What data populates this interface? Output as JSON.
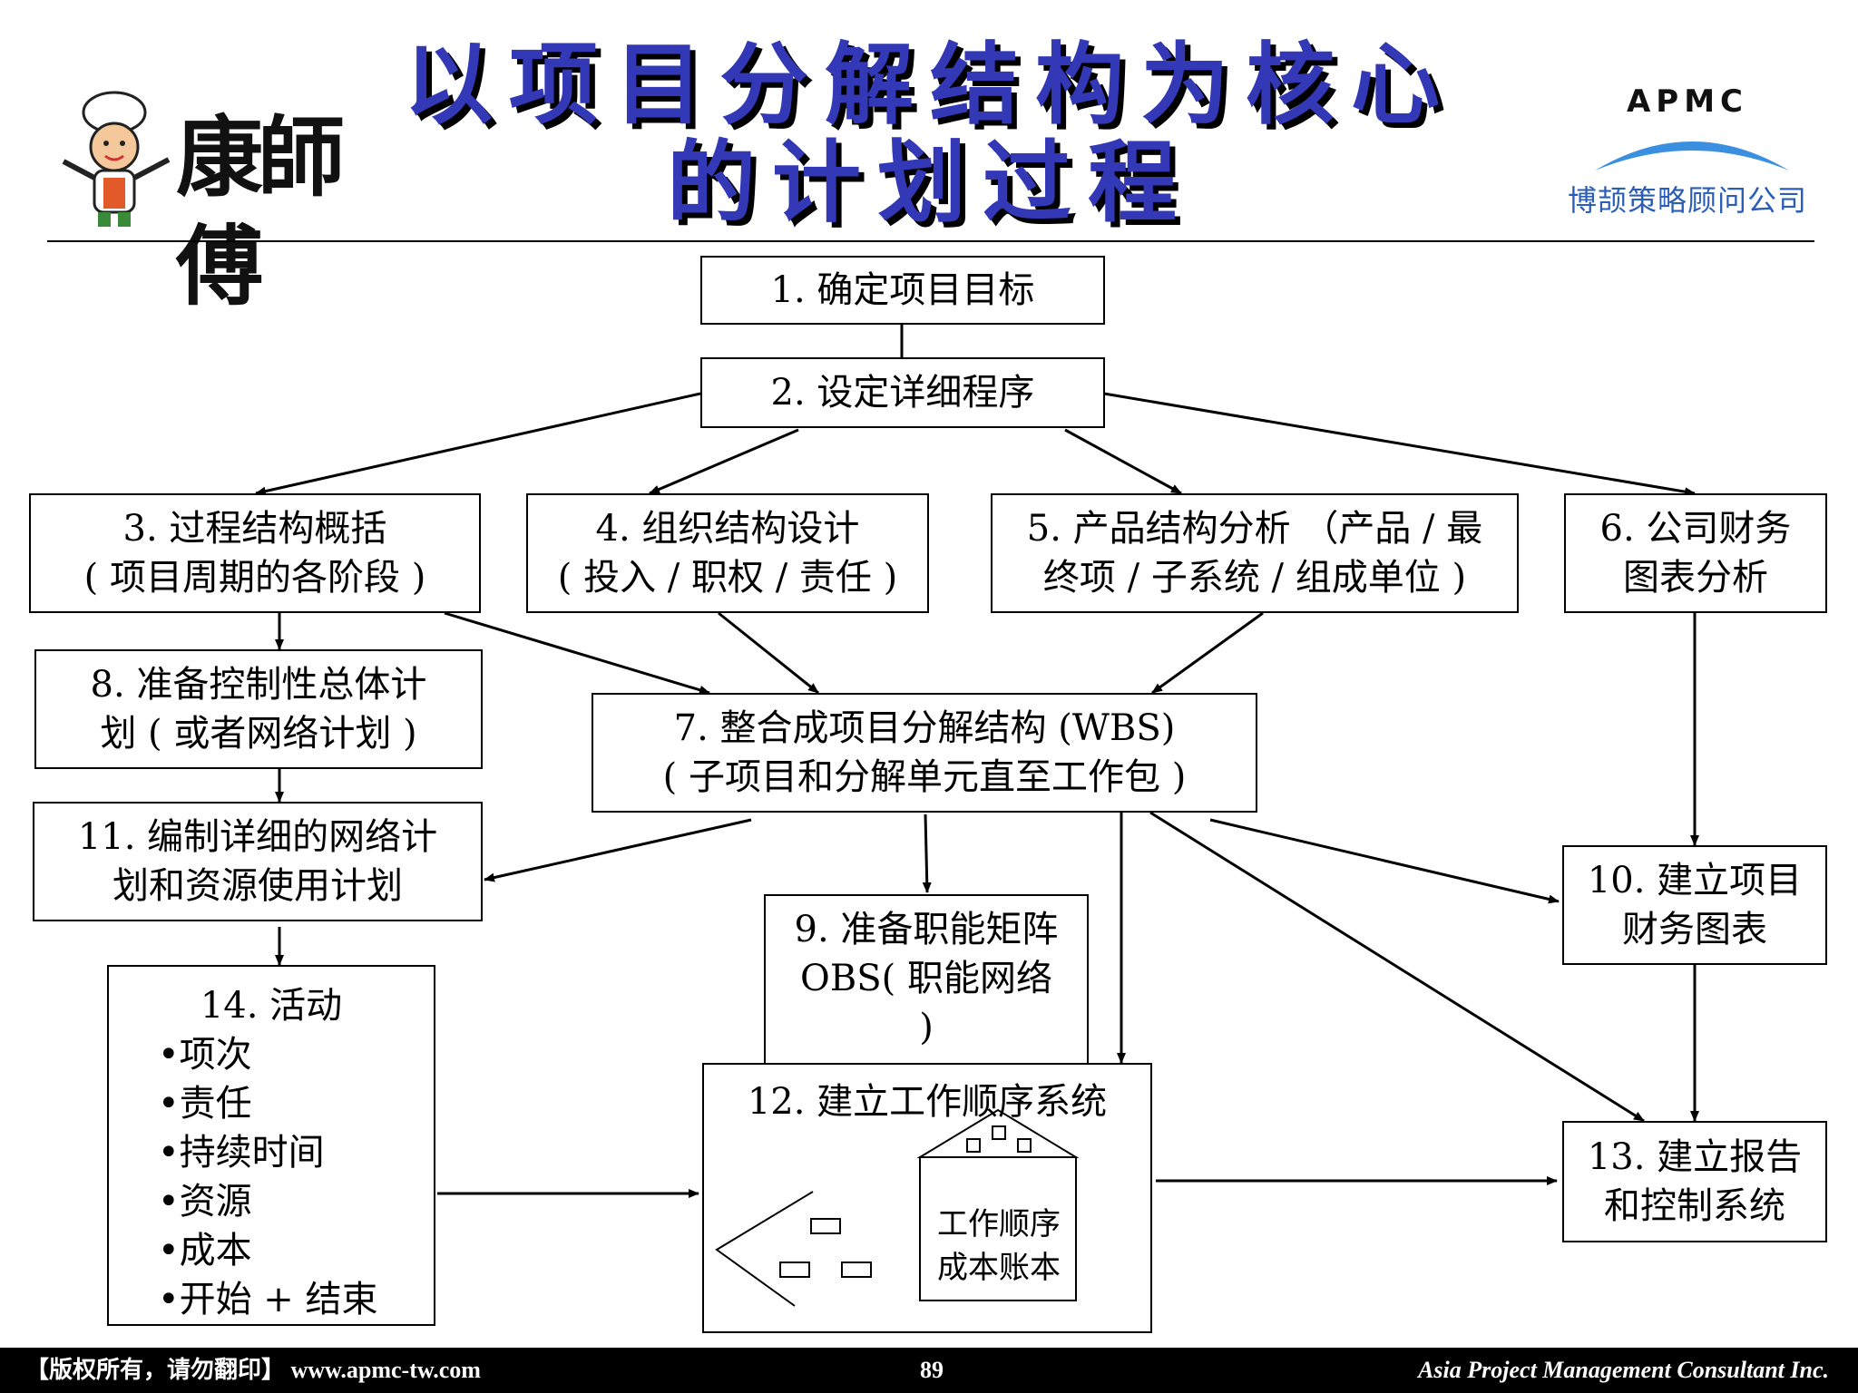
{
  "title": {
    "line1": "以项目分解结构为核心",
    "line2": "的计划过程"
  },
  "logo_left": {
    "label": "康師傅"
  },
  "logo_right": {
    "name": "APMC",
    "subtitle": "博颉策略顾问公司"
  },
  "nodes": {
    "n1": {
      "lines": [
        "1. 确定项目目标"
      ]
    },
    "n2": {
      "lines": [
        "2. 设定详细程序"
      ]
    },
    "n3": {
      "lines": [
        "3. 过程结构概括",
        "( 项目周期的各阶段 )"
      ]
    },
    "n4": {
      "lines": [
        "4. 组织结构设计",
        "( 投入 / 职权 / 责任 )"
      ]
    },
    "n5": {
      "lines": [
        "5. 产品结构分析 （产品 / 最",
        "终项 / 子系统 / 组成单位 )"
      ]
    },
    "n6": {
      "lines": [
        "6. 公司财务",
        "图表分析"
      ]
    },
    "n7": {
      "lines": [
        "7. 整合成项目分解结构 (WBS)",
        "( 子项目和分解单元直至工作包 )"
      ]
    },
    "n8": {
      "lines": [
        "8. 准备控制性总体计",
        "划 ( 或者网络计划 )"
      ]
    },
    "n9": {
      "lines": [
        "9. 准备职能矩阵",
        "OBS( 职能网络",
        ")"
      ]
    },
    "n10": {
      "lines": [
        "10. 建立项目",
        "财务图表"
      ]
    },
    "n11": {
      "lines": [
        "11. 编制详细的网络计",
        "划和资源使用计划"
      ]
    },
    "n12": {
      "title": "12. 建立工作顺序系统",
      "inner_box": [
        "工作顺序",
        "成本账本"
      ]
    },
    "n13": {
      "lines": [
        "13. 建立报告",
        "和控制系统"
      ]
    },
    "n14": {
      "title": "14. 活动",
      "items": [
        "•项次",
        "•责任",
        "•持续时间",
        "•资源",
        "•成本",
        "•开始 + 结束"
      ]
    }
  },
  "footer": {
    "copyright": "【版权所有，请勿翻印】 www.apmc-tw.com",
    "page": "89",
    "company": "Asia Project Management Consultant Inc."
  }
}
